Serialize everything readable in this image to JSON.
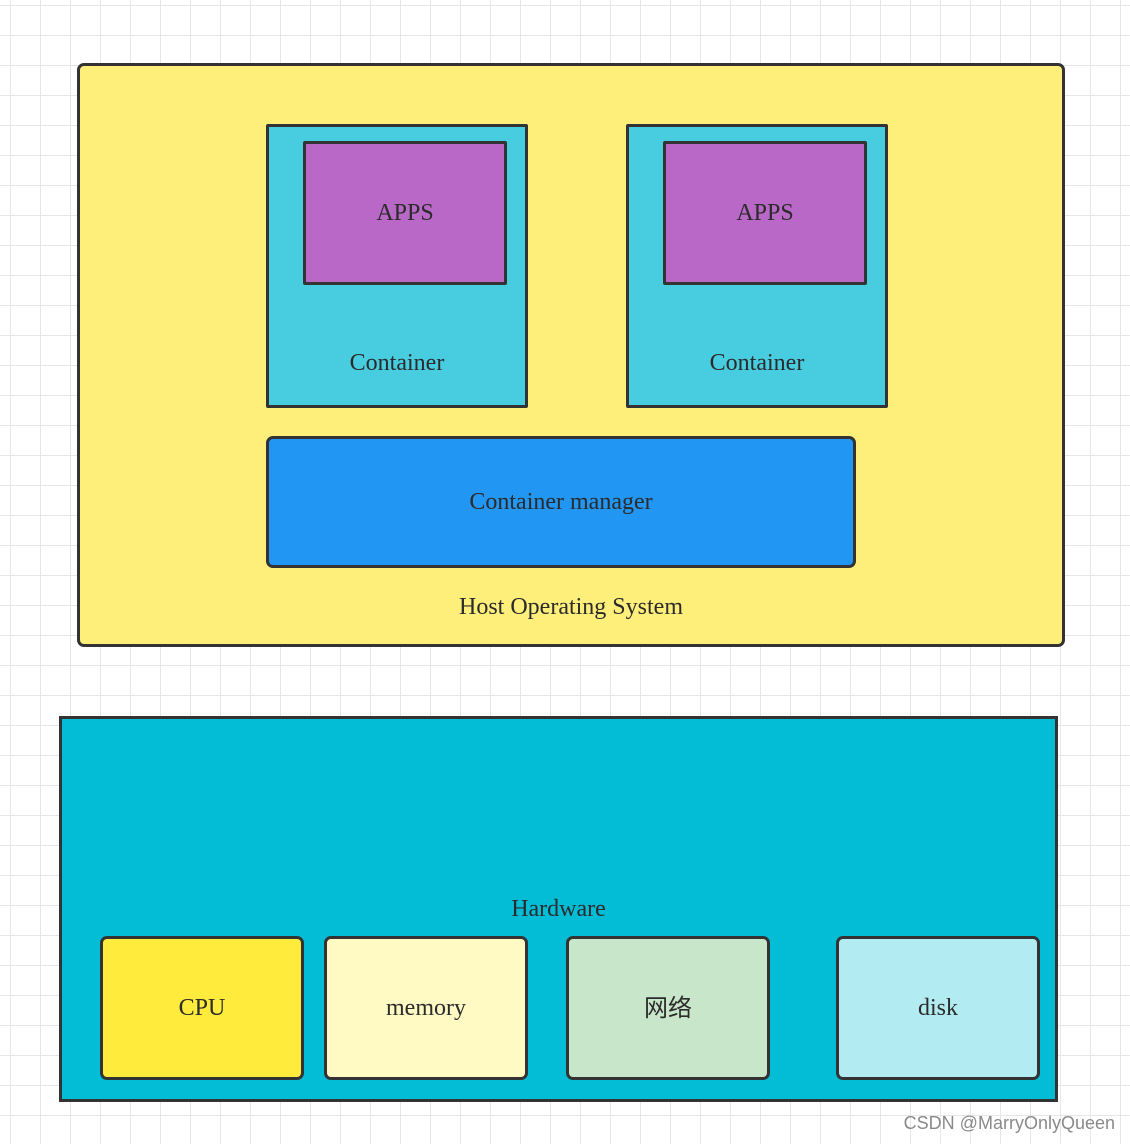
{
  "host_os": {
    "label": "Host Operating System",
    "color": "#fdef7a",
    "containers": [
      {
        "label": "Container",
        "app_label": "APPS"
      },
      {
        "label": "Container",
        "app_label": "APPS"
      }
    ],
    "container_color": "#48cde0",
    "apps_color": "#b968c7",
    "manager": {
      "label": "Container manager",
      "color": "#2196f3"
    }
  },
  "hardware": {
    "label": "Hardware",
    "color": "#03bcd6",
    "components": [
      {
        "label": "CPU",
        "color": "#ffeb3b"
      },
      {
        "label": "memory",
        "color": "#fff9c4"
      },
      {
        "label": "网络",
        "color": "#c8e6c9"
      },
      {
        "label": "disk",
        "color": "#b2ebf2"
      }
    ]
  },
  "watermark": "CSDN @MarryOnlyQueen"
}
